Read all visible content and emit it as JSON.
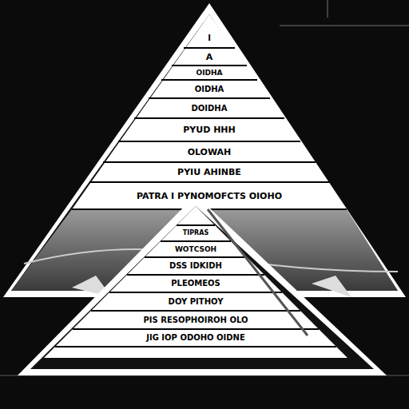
{
  "diagram": {
    "nodes": [
      {
        "text": [
          "I"
        ]
      },
      {
        "text": [
          "A"
        ]
      },
      {
        "text": [
          "OIDHA"
        ]
      },
      {
        "text": [
          "OIDHA"
        ]
      },
      {
        "text": [
          "DOIDHA"
        ]
      },
      {
        "text": [
          "PYUD HHH"
        ]
      },
      {
        "text": [
          "OLOWAH"
        ]
      },
      {
        "text": [
          "PYIU AHINBE"
        ]
      },
      {
        "text": [
          "PATRA I PYNOMOFCTS OIOHO"
        ]
      },
      {
        "text": [
          "TIPRAS"
        ]
      },
      {
        "text": [
          "WOTCSOH"
        ]
      },
      {
        "text": [
          "DSS IDKIDH"
        ]
      },
      {
        "text": [
          "PLEOMEOS"
        ]
      },
      {
        "text": [
          "DOY PITHOY"
        ]
      },
      {
        "text": [
          "PIS RESOPHOIROH OLO"
        ]
      },
      {
        "text": [
          "JIG IOP ODOHO OIDNE"
        ]
      }
    ]
  }
}
